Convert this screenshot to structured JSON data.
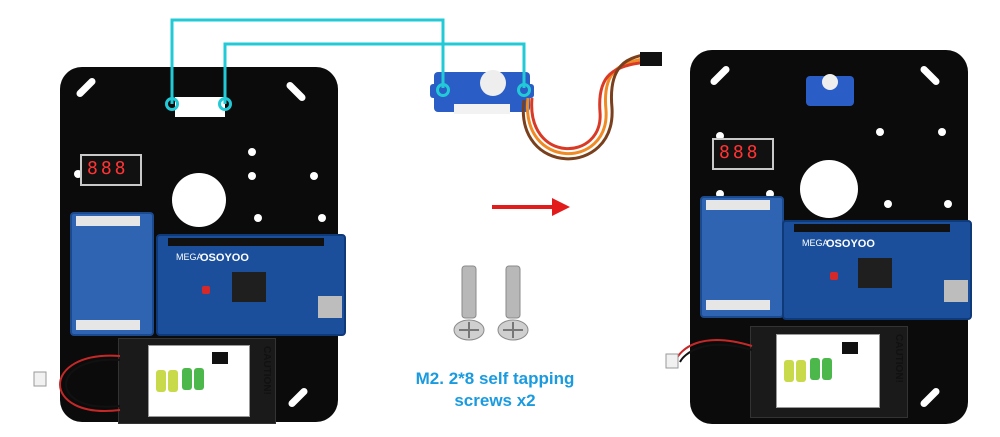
{
  "caption": {
    "line1": "M2. 2*8 self tapping",
    "line2": "screws x2"
  },
  "display": {
    "digits": "888"
  },
  "board": {
    "brand": "OSOYOO",
    "model": "MEGA"
  },
  "battery": {
    "caution": "CAUTION!"
  },
  "colors": {
    "wire": "#22c9d6",
    "arrow": "#e21b1b",
    "plate": "#0b0b0b",
    "pcb": "#1b4f9c",
    "caption": "#1a9be0"
  }
}
